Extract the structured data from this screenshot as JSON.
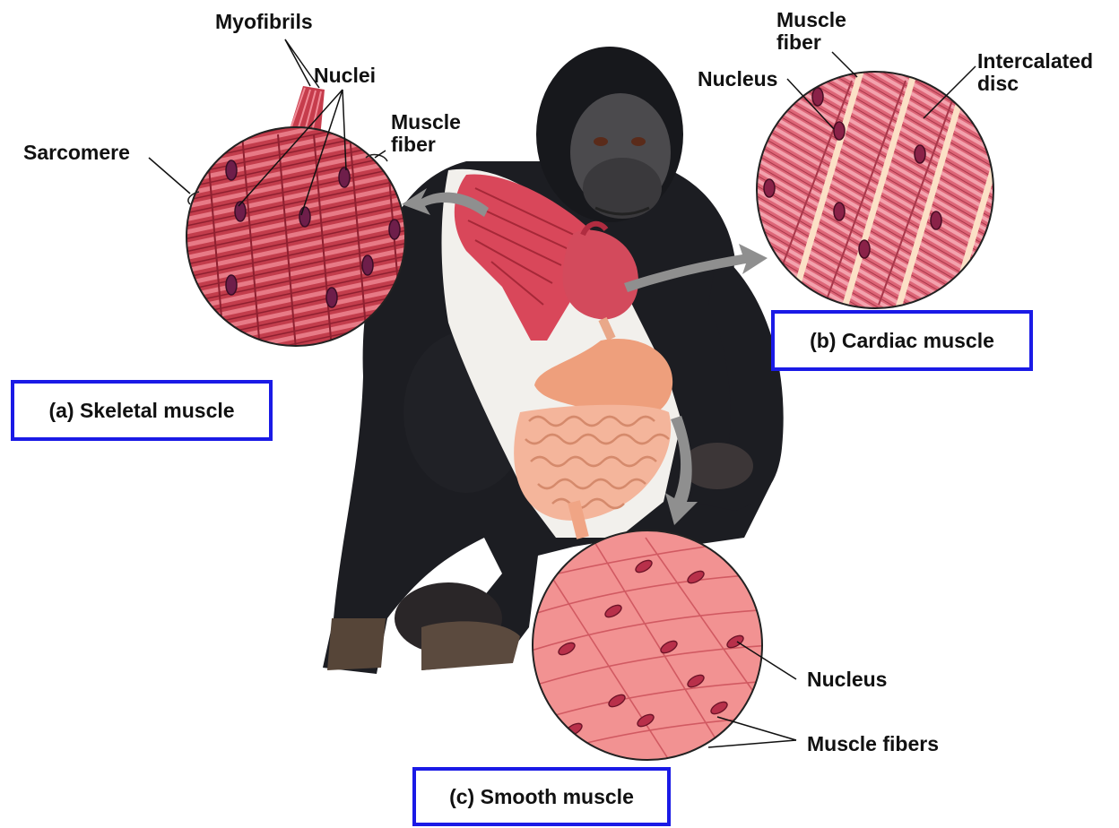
{
  "panels": {
    "skeletal": {
      "caption": "(a) Skeletal muscle",
      "labels": {
        "myofibrils": "Myofibrils",
        "nuclei": "Nuclei",
        "muscle_fiber": "Muscle\nfiber",
        "sarcomere": "Sarcomere"
      }
    },
    "cardiac": {
      "caption": "(b) Cardiac muscle",
      "labels": {
        "muscle_fiber": "Muscle\nfiber",
        "nucleus": "Nucleus",
        "intercalated_disc": "Intercalated\ndisc"
      }
    },
    "smooth": {
      "caption": "(c) Smooth muscle",
      "labels": {
        "nucleus": "Nucleus",
        "muscle_fibers": "Muscle fibers"
      }
    }
  },
  "colors": {
    "caption_border": "#1a1ae6",
    "skeletal_tissue": "#c8424f",
    "cardiac_tissue": "#e06a78",
    "smooth_tissue": "#f0908f",
    "fur": "#1c1d22",
    "arrow": "#8f8f8f"
  }
}
